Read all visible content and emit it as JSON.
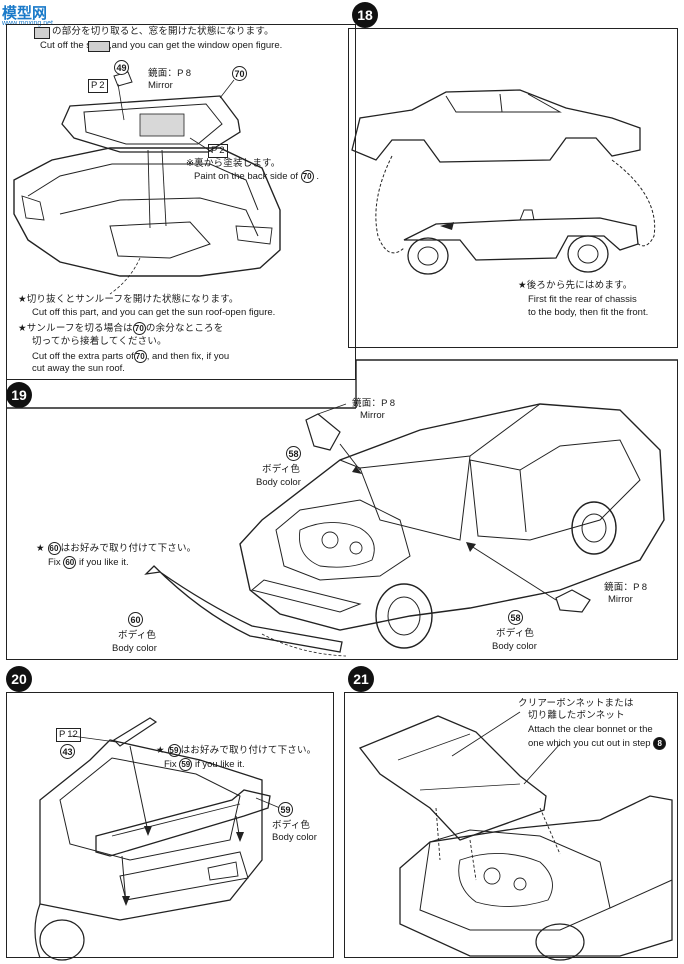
{
  "header": {
    "logo_text": "模型网",
    "logo_url": "www.moxing.net"
  },
  "colors": {
    "ink": "#1a1a1a",
    "step_badge": "#111111",
    "logo": "#1a7ac9"
  },
  "step17": {
    "top_jp": "の部分を切り取ると、窓を開けた状態になります。",
    "top_en": "Cut off the        spots,and you can get the window open figure.",
    "part49": "49",
    "p_ref_49": "P 2",
    "mirror_jp": "鏡面：P 8",
    "mirror_en": "Mirror",
    "part70": "70",
    "p_ref_2": "P 2",
    "back_jp": "※裏から塗装します。",
    "back_en": "Paint on the back side of",
    "back_part": "70",
    "sun_jp": "★切り抜くとサンルーフを開けた状態になります。",
    "sun_en": "Cut off this part, and you can get the sun roof-open figure.",
    "extra_jp1": "★サンルーフを切る場合は",
    "extra_jp1b": "の余分なところを",
    "extra_jp2": "切ってから接着してください。",
    "extra_en1": "Cut off the extra parts of",
    "extra_en1b": ", and then fix, if you",
    "extra_en2": "cut away the sun roof."
  },
  "step18": {
    "number": "18",
    "jp": "★後ろから先にはめます。",
    "en1": "First fit the rear of chassis",
    "en2": "to the body, then fit the front."
  },
  "step19": {
    "number": "19",
    "mirror_top_jp": "鏡面：P 8",
    "mirror_top_en": "Mirror",
    "part58_top": "58",
    "body_color_jp": "ボディ色",
    "body_color_en": "Body color",
    "option_jp": "はお好みで取り付けて下さい。",
    "option_part": "60",
    "option_en_a": "Fix",
    "option_en_b": "if you like it.",
    "part60": "60",
    "mirror_right_jp": "鏡面：P 8",
    "mirror_right_en": "Mirror",
    "part58_right": "58"
  },
  "step20": {
    "number": "20",
    "p_ref": "P 12",
    "part43": "43",
    "option_jp": "はお好みで取り付けて下さい。",
    "option_part": "59",
    "option_en_a": "Fix",
    "option_en_b": "if you like it.",
    "part59": "59",
    "body_color_jp": "ボディ色",
    "body_color_en": "Body color"
  },
  "step21": {
    "number": "21",
    "jp1": "クリアーボンネットまたは",
    "jp2": "切り離したボンネット",
    "en1": "Attach the clear bonnet or the",
    "en2": "one which you cut out in step",
    "step_ref": "8"
  }
}
